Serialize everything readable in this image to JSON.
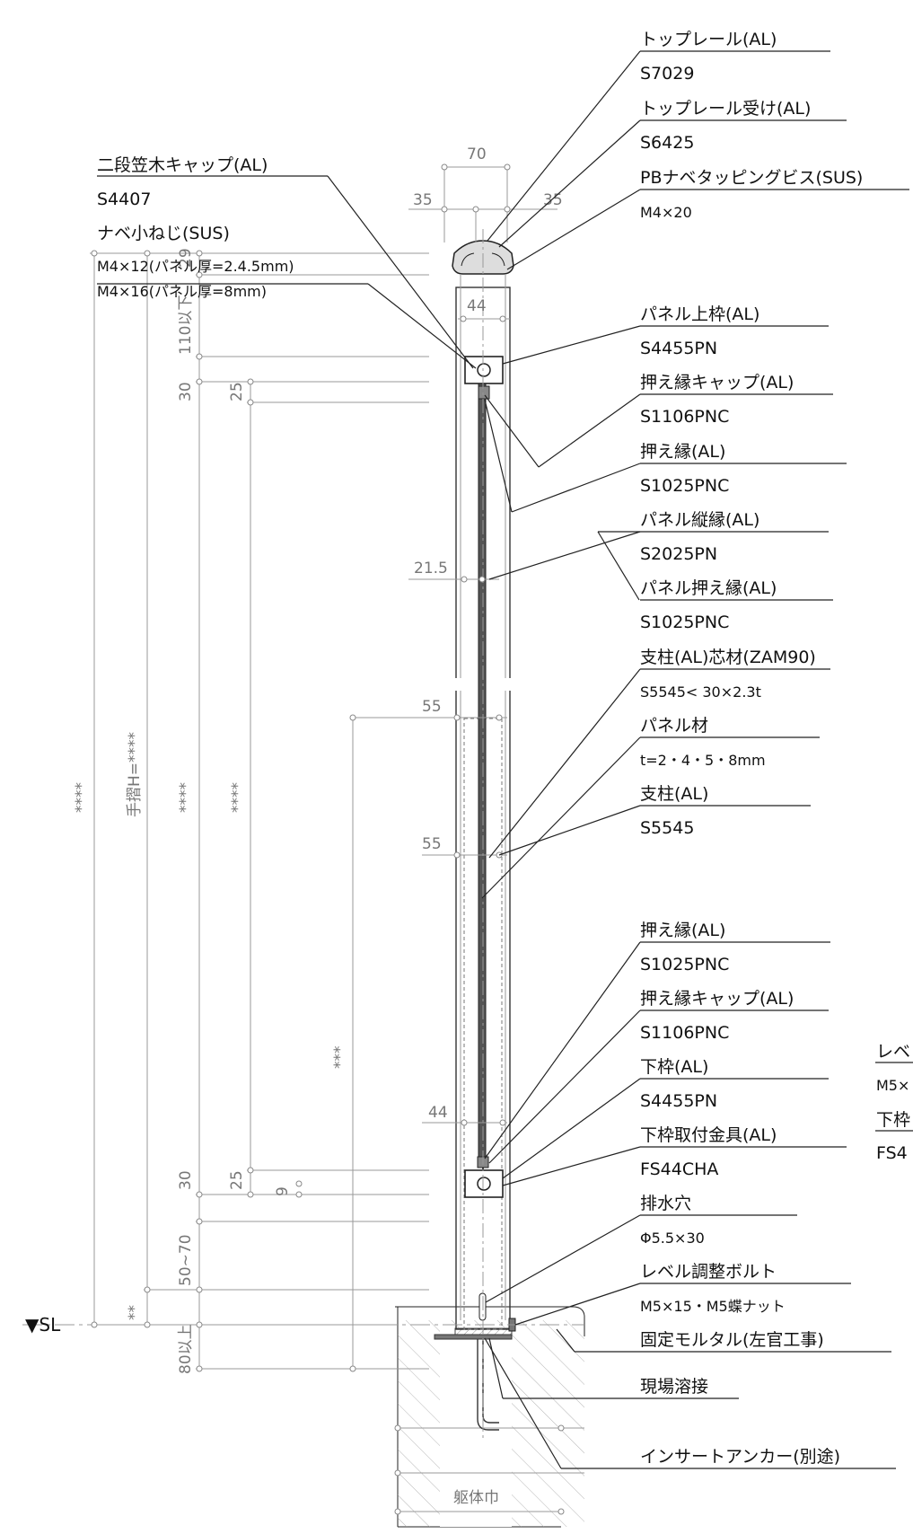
{
  "labels_right": [
    {
      "name": "トップレール(AL)",
      "code": "S7029"
    },
    {
      "name": "トップレール受け(AL)",
      "code": "S6425"
    },
    {
      "name": "PBナベタッピングビス(SUS)",
      "code": "M4×20"
    },
    {
      "name": "パネル上枠(AL)",
      "code": "S4455PN"
    },
    {
      "name": "押え縁キャップ(AL)",
      "code": "S1106PNC"
    },
    {
      "name": "押え縁(AL)",
      "code": "S1025PNC"
    },
    {
      "name": "パネル縦縁(AL)",
      "code": "S2025PN"
    },
    {
      "name": "パネル押え縁(AL)",
      "code": "S1025PNC"
    },
    {
      "name": "支柱(AL)芯材(ZAM90)",
      "code": "S5545< 30×2.3t"
    },
    {
      "name": "パネル材",
      "code": "t=2・4・5・8mm"
    },
    {
      "name": "支柱(AL)",
      "code": "S5545"
    },
    {
      "name": "押え縁(AL)",
      "code": "S1025PNC"
    },
    {
      "name": "押え縁キャップ(AL)",
      "code": "S1106PNC"
    },
    {
      "name": "下枠(AL)",
      "code": "S4455PN"
    },
    {
      "name": "下枠取付金具(AL)",
      "code": "FS44CHA"
    },
    {
      "name": "排水穴",
      "code": "Φ5.5×30"
    },
    {
      "name": "レベル調整ボルト",
      "code": "M5×15・M5蝶ナット"
    },
    {
      "name": "固定モルタル(左官工事)",
      "code": ""
    },
    {
      "name": "現場溶接",
      "code": ""
    },
    {
      "name": "インサートアンカー(別途)",
      "code": ""
    }
  ],
  "labels_left": {
    "cap_name": "二段笠木キャップ(AL)",
    "cap_code": "S4407",
    "screw_name": "ナベ小ねじ(SUS)",
    "screw_spec_1": "M4×12(パネル厚=2.4.5mm)",
    "screw_spec_2": "M4×16(パネル厚=8mm)"
  },
  "clipped_labels": {
    "line1": "レベ",
    "line2": "M5×",
    "line3": "下枠",
    "line4": "FS4"
  },
  "dimensions": {
    "top_width": "70",
    "half_left": "35",
    "half_right": "35",
    "top_29": "29",
    "top_110": "110以下",
    "frame_44_top": "44",
    "gap_30_top": "30",
    "gap_25_top": "25",
    "panel_21_5": "21.5",
    "post_55_a": "55",
    "post_55_b": "55",
    "frame_44_bottom": "44",
    "gap_30_bottom": "30",
    "gap_25_bottom": "25",
    "gap_9": "9",
    "clear_50_70": "50~70",
    "embed_80": "80以上",
    "total": "****",
    "handrail_h": "手摺H=****",
    "inner_a": "****",
    "inner_b": "****",
    "post_len": "***",
    "sl_offset": "**",
    "body_width": "躯体巾"
  },
  "sl_label": "▼SL"
}
